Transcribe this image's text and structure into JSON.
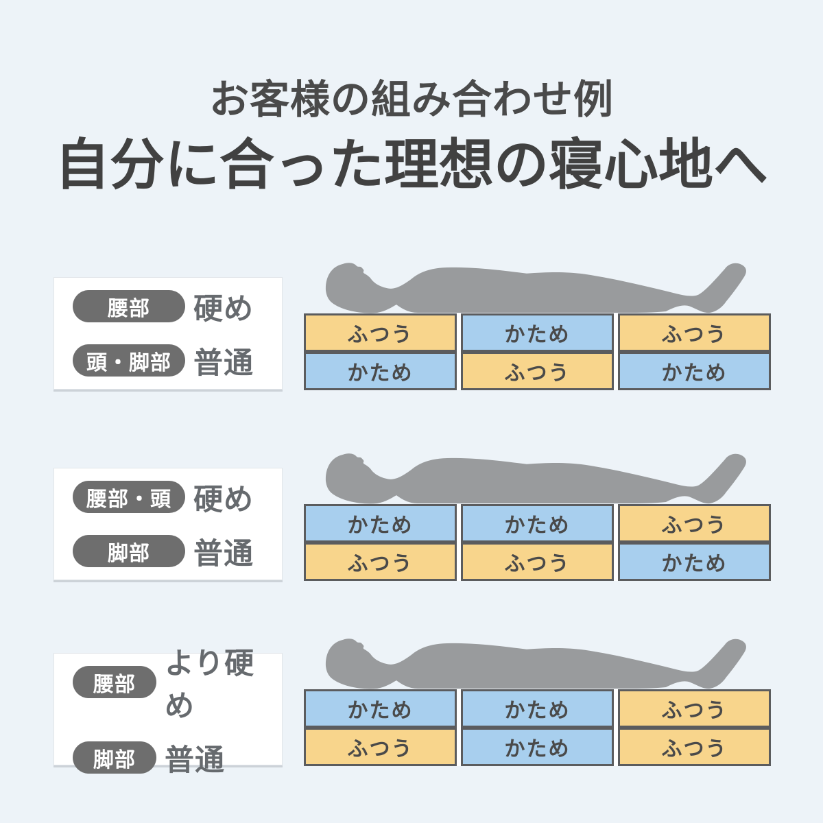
{
  "page": {
    "subtitle": "お客様の組み合わせ例",
    "title": "自分に合った理想の寝心地へ",
    "background_color": "#edf3f8",
    "title_color": "#414141"
  },
  "palette": {
    "soft_cell_color": "#f8d58c",
    "firm_cell_color": "#a8cfee",
    "cell_border_color": "#5b5c5e",
    "pill_color": "#6e6e6e",
    "silhouette_color": "#999b9d",
    "card_background": "#ffffff"
  },
  "sections": [
    {
      "labels": [
        {
          "pill": "腰部",
          "value": "硬め"
        },
        {
          "pill": "頭・脚部",
          "value": "普通"
        }
      ],
      "rows": [
        [
          {
            "text": "ふつう",
            "type": "soft"
          },
          {
            "text": "かため",
            "type": "firm"
          },
          {
            "text": "ふつう",
            "type": "soft"
          }
        ],
        [
          {
            "text": "かため",
            "type": "firm"
          },
          {
            "text": "ふつう",
            "type": "soft"
          },
          {
            "text": "かため",
            "type": "firm"
          }
        ]
      ]
    },
    {
      "labels": [
        {
          "pill": "腰部・頭",
          "value": "硬め"
        },
        {
          "pill": "脚部",
          "value": "普通"
        }
      ],
      "rows": [
        [
          {
            "text": "かため",
            "type": "firm"
          },
          {
            "text": "かため",
            "type": "firm"
          },
          {
            "text": "ふつう",
            "type": "soft"
          }
        ],
        [
          {
            "text": "ふつう",
            "type": "soft"
          },
          {
            "text": "ふつう",
            "type": "soft"
          },
          {
            "text": "かため",
            "type": "firm"
          }
        ]
      ]
    },
    {
      "labels": [
        {
          "pill": "腰部",
          "value": "より硬め"
        },
        {
          "pill": "脚部",
          "value": "普通"
        }
      ],
      "rows": [
        [
          {
            "text": "かため",
            "type": "firm"
          },
          {
            "text": "かため",
            "type": "firm"
          },
          {
            "text": "ふつう",
            "type": "soft"
          }
        ],
        [
          {
            "text": "ふつう",
            "type": "soft"
          },
          {
            "text": "かため",
            "type": "firm"
          },
          {
            "text": "ふつう",
            "type": "soft"
          }
        ]
      ]
    }
  ]
}
